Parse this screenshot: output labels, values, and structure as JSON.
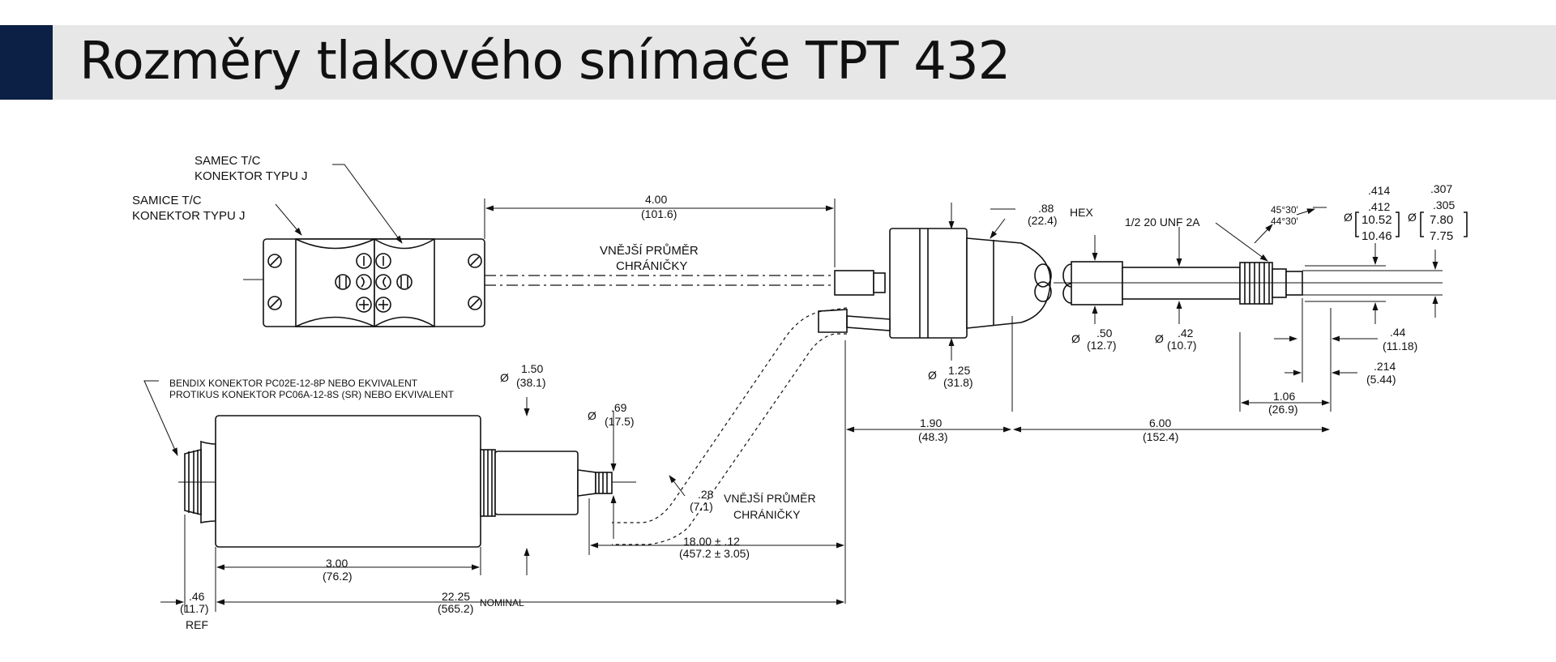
{
  "header": {
    "title": "Rozměry tlakového snímače TPT 432"
  },
  "labels": {
    "samec_1": "SAMEC T/C",
    "samec_2": "KONEKTOR TYPU J",
    "samice_1": "SAMICE T/C",
    "samice_2": "KONEKTOR TYPU J",
    "sheath_top_1": "VNĚJŠÍ PRŮMĚR",
    "sheath_top_2": "CHRÁNIČKY",
    "sheath_bot_1": "VNĚJŠÍ PRŮMĚR",
    "sheath_bot_2": "CHRÁNIČKY",
    "hex": "HEX",
    "thread": "1/2 20 UNF 2A",
    "bendix_1": "BENDIX KONEKTOR PC02E-12-8P NEBO EKVIVALENT",
    "bendix_2": "PROTIKUS KONEKTOR PC06A-12-8S (SR) NEBO EKVIVALENT",
    "nominal": "NOMINAL",
    "ref": "REF",
    "dia": "Ø"
  },
  "dims": {
    "d400": [
      "4.00",
      "(101.6)"
    ],
    "d088": [
      ".88",
      "(22.4)"
    ],
    "d414": ".414",
    "d412": ".412",
    "d1052": "10.52",
    "d1046": "10.46",
    "d307": ".307",
    "d305": ".305",
    "d780": "7.80",
    "d775": "7.75",
    "ang1": "45°30′",
    "ang2": "44°30′",
    "d150": [
      "1.50",
      "(38.1)"
    ],
    "d069": [
      ".69",
      "(17.5)"
    ],
    "d125": [
      "1.25",
      "(31.8)"
    ],
    "d050": [
      ".50",
      "(12.7)"
    ],
    "d042": [
      ".42",
      "(10.7)"
    ],
    "d044": [
      ".44",
      "(11.18)"
    ],
    "d214": [
      ".214",
      "(5.44)"
    ],
    "d106": [
      "1.06",
      "(26.9)"
    ],
    "d190": [
      "1.90",
      "(48.3)"
    ],
    "d600": [
      "6.00",
      "(152.4)"
    ],
    "d028": [
      ".28",
      "(7.1)"
    ],
    "d1800": [
      "18.00 ± .12",
      "(457.2 ± 3.05)"
    ],
    "d300": [
      "3.00",
      "(76.2)"
    ],
    "d046": [
      ".46",
      "(11.7)"
    ],
    "d2225": [
      "22.25",
      "(565.2)"
    ]
  }
}
